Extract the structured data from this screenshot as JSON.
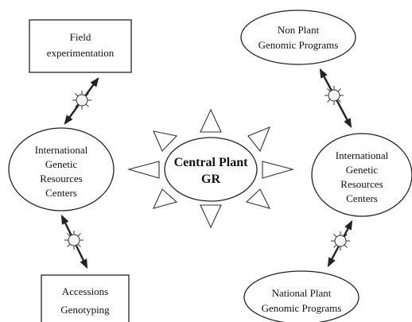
{
  "diagram": {
    "center": {
      "line1": "Central Plant",
      "line2": "GR"
    },
    "top_left_box": {
      "lines": [
        "Field",
        "experimentation"
      ]
    },
    "bottom_left_box": {
      "lines": [
        "Accessions",
        "Genotyping"
      ]
    },
    "left_ellipse": {
      "lines": [
        "International",
        "Genetic",
        "Resources",
        "Centers"
      ]
    },
    "right_ellipse": {
      "lines": [
        "International",
        "Genetic",
        "Resources",
        "Centers"
      ]
    },
    "top_right_ellipse": {
      "lines": [
        "Non Plant",
        "Genomic Programs"
      ]
    },
    "bottom_right_ellipse": {
      "lines": [
        "National Plant",
        "Genomic Programs"
      ]
    }
  }
}
